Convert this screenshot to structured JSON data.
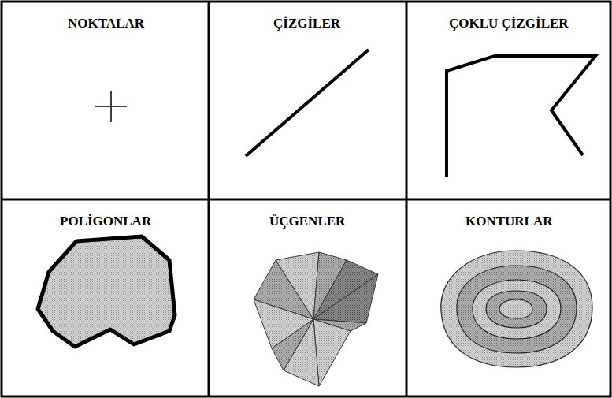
{
  "diagram": {
    "labels": [
      "NOKTALAR",
      "ÇİZGİLER",
      "ÇOKLU ÇİZGİLER",
      "POLİGONLAR",
      "ÜÇGENLER",
      "KONTURLAR"
    ]
  }
}
